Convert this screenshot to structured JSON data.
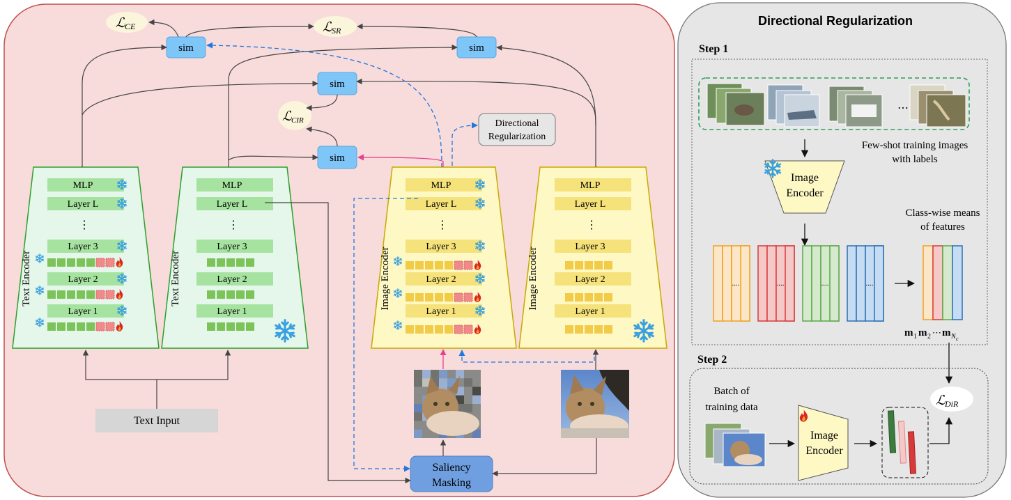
{
  "text_encoder_left": {
    "side_label": "Text Encoder",
    "layers": [
      "MLP",
      "Layer L",
      "⋮",
      "Layer 3",
      "Layer 2",
      "Layer 1"
    ]
  },
  "text_encoder_right": {
    "side_label": "Text Encoder",
    "layers": [
      "MLP",
      "Layer L",
      "⋮",
      "Layer 3",
      "Layer 2",
      "Layer 1"
    ]
  },
  "image_encoder_left": {
    "side_label": "Image Encoder",
    "layers": [
      "MLP",
      "Layer L",
      "⋮",
      "Layer 3",
      "Layer 2",
      "Layer 1"
    ]
  },
  "image_encoder_right": {
    "side_label": "Image Encoder",
    "layers": [
      "MLP",
      "Layer L",
      "⋮",
      "Layer 3",
      "Layer 2",
      "Layer 1"
    ]
  },
  "sim_label": "sim",
  "losses": {
    "ce_main": "ℒ",
    "ce_sub": "CE",
    "sr_main": "ℒ",
    "sr_sub": "SR",
    "cir_main": "ℒ",
    "cir_sub": "CIR",
    "dir_main": "ℒ",
    "dir_sub": "DiR"
  },
  "directional_box": [
    "Directional",
    "Regularization"
  ],
  "text_input": "Text Input",
  "saliency": [
    "Saliency",
    "Masking"
  ],
  "panel": {
    "title": "Directional Regularization",
    "step1": "Step 1",
    "step2": "Step 2",
    "few_shot": [
      "Few-shot training images",
      "with labels"
    ],
    "encoder": [
      "Image",
      "Encoder"
    ],
    "class_means": [
      "Class-wise means",
      "of features"
    ],
    "dots": "⋯",
    "feature_dots": "....",
    "means_m": [
      "m",
      "m",
      "m"
    ],
    "means_sub": [
      "1",
      "2",
      "N"
    ],
    "means_sub2": "c",
    "means_dots": "⋯",
    "batch": [
      "Batch of",
      "training data"
    ]
  },
  "colors": {
    "left_panel_bg": "#f8dbdb",
    "left_panel_border": "#c0504d",
    "right_panel_bg": "#e6e6e6",
    "text_encoder_fill": "#e4f7ea",
    "text_encoder_border": "#2ca02c",
    "image_encoder_fill": "#fdf8c4",
    "image_encoder_border": "#c9a800",
    "sim_fill": "#7ec5f8",
    "saliency_fill": "#6f9fe0",
    "pink_arrow": "#e8408c",
    "blue_dash": "#1f77e0"
  }
}
